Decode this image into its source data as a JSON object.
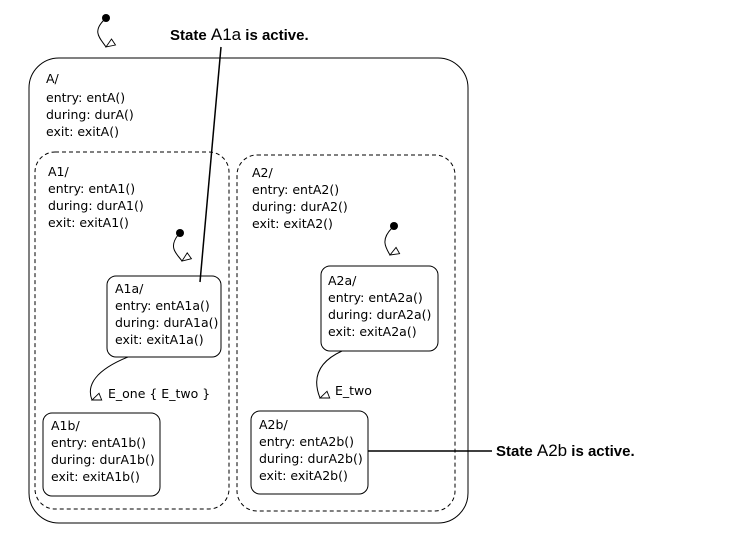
{
  "diagram": {
    "state_a": {
      "name": "A/",
      "entry": "entry: entA()",
      "during": "during: durA()",
      "exit": "exit: exitA()"
    },
    "state_a1": {
      "name": "A1/",
      "entry": "entry: entA1()",
      "during": "during: durA1()",
      "exit": "exit: exitA1()"
    },
    "state_a2": {
      "name": "A2/",
      "entry": "entry: entA2()",
      "during": "during: durA2()",
      "exit": "exit: exitA2()"
    },
    "state_a1a": {
      "name": "A1a/",
      "entry": "entry: entA1a()",
      "during": "during: durA1a()",
      "exit": "exit: exitA1a()"
    },
    "state_a1b": {
      "name": "A1b/",
      "entry": "entry: entA1b()",
      "during": "during: durA1b()",
      "exit": "exit: exitA1b()"
    },
    "state_a2a": {
      "name": "A2a/",
      "entry": "entry: entA2a()",
      "during": "during: durA2a()",
      "exit": "exit: exitA2a()"
    },
    "state_a2b": {
      "name": "A2b/",
      "entry": "entry: entA2b()",
      "during": "during: durA2b()",
      "exit": "exit: exitA2b()"
    },
    "transitions": {
      "a1a_to_a1b": "E_one { E_two }",
      "a2a_to_a2b": "E_two"
    },
    "callouts": {
      "top": {
        "prefix": "State ",
        "state": "A1a",
        "suffix": " is active."
      },
      "right": {
        "prefix": "State ",
        "state": "A2b",
        "suffix": " is active."
      }
    }
  }
}
